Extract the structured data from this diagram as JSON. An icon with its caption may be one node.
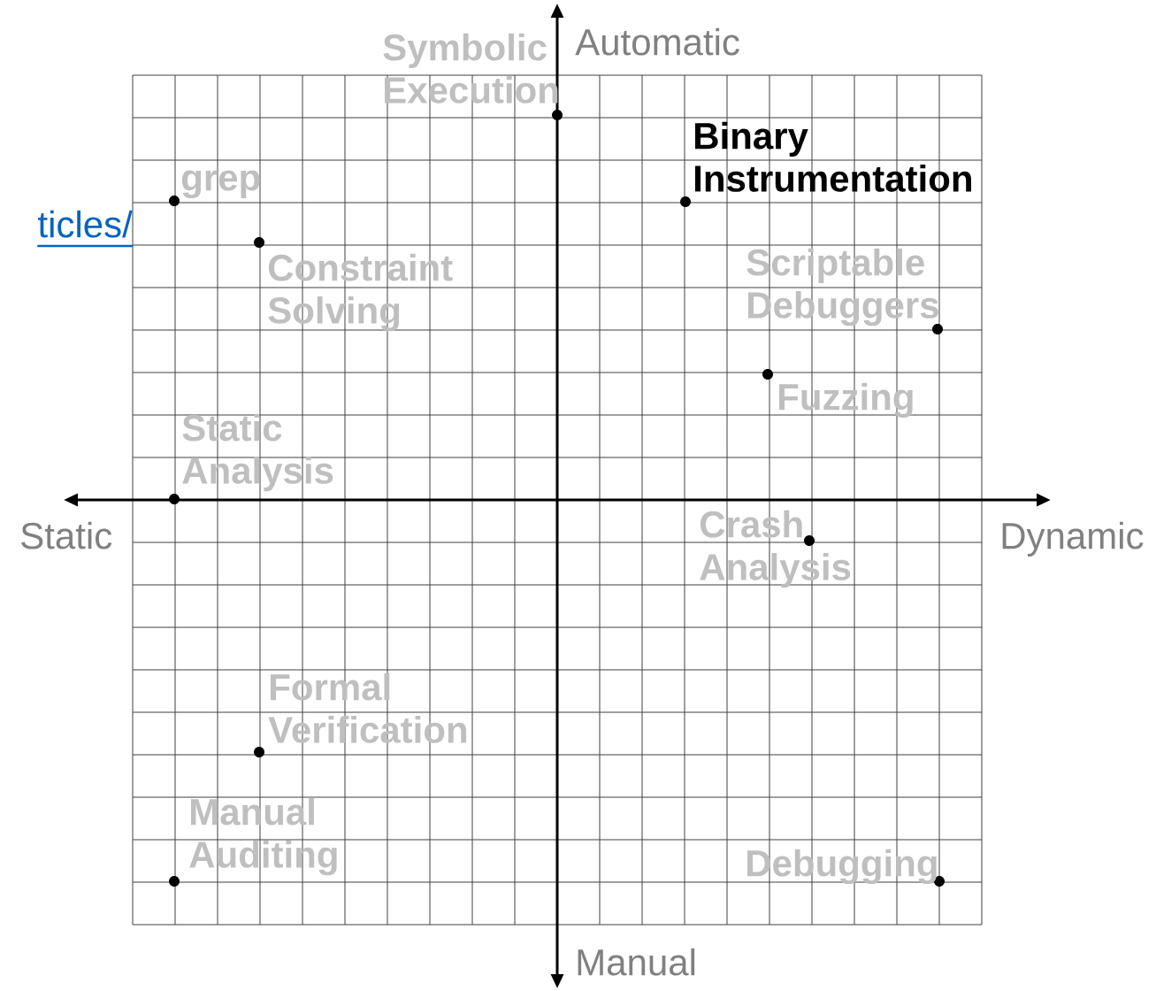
{
  "diagram": {
    "labels": [
      "Symbolic Execution",
      "Automatic",
      "Binary Instrumentation",
      "grep",
      "ticles/",
      "Constraint Solving",
      "Scriptable Debuggers",
      "Fuzzing",
      "Static Analysis",
      "Static",
      "Crash Analysis",
      "Dynamic",
      "Formal Verification",
      "Manual Auditing",
      "Debugging",
      "Manual"
    ]
  }
}
